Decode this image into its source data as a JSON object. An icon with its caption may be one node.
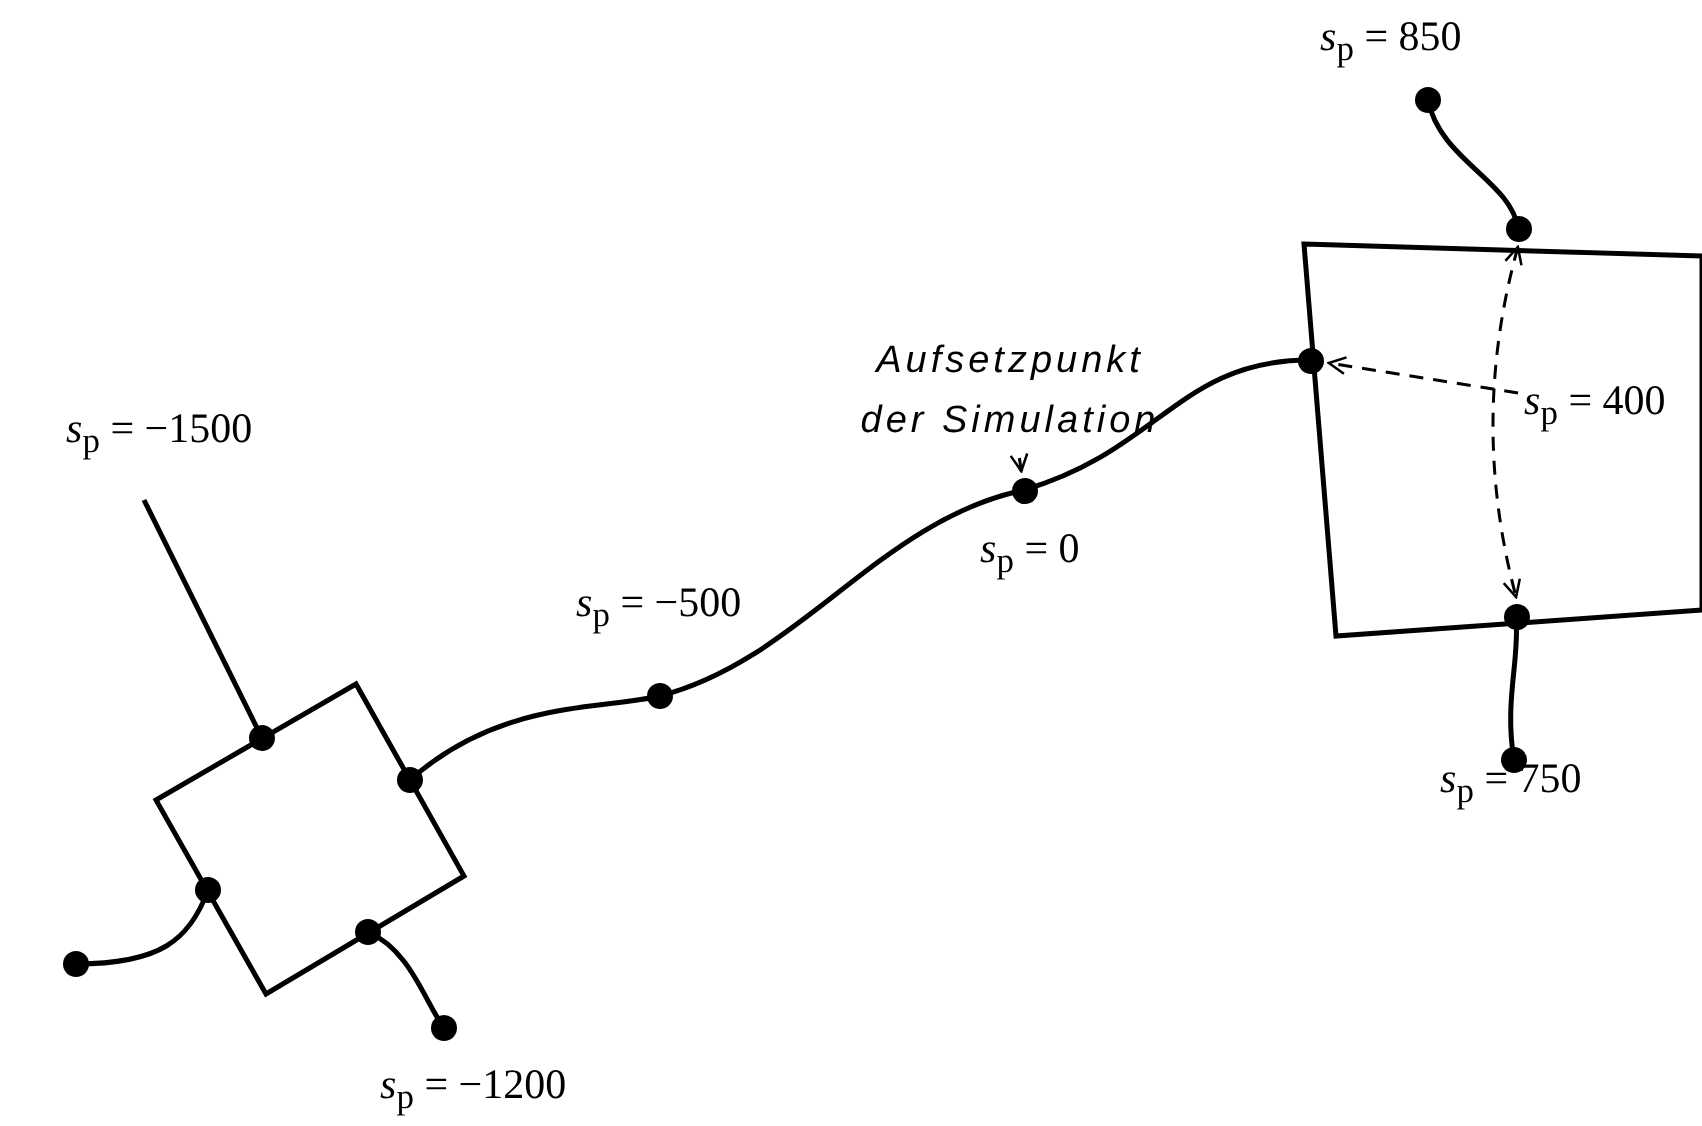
{
  "diagram": {
    "nodes": [
      {
        "text": [
          "Aufsetzpunkt der Simulation"
        ]
      },
      {
        "text": [],
        "shape": "circle",
        "beside": [
          "*s*$_{p}$ = 0"
        ]
      },
      {
        "text": [
          "*s*$_{p}$ = 400"
        ]
      },
      {
        "text": [],
        "shape": "circle"
      },
      {
        "text": [],
        "shape": "circle"
      },
      {
        "text": [],
        "shape": "circle"
      }
    ],
    "edges": [
      {
        "from": 0,
        "to": 1,
        "arrow": "to",
        "style": "dashed"
      },
      {
        "from": 2,
        "to": 3,
        "arrow": "to",
        "style": "dashed"
      },
      {
        "from": 4,
        "to": 5,
        "arrow": "both",
        "style": "dashed"
      }
    ],
    "labels": [
      "*s*$_{p}$ = 850",
      "*s*$_{p}$ = −1500",
      "*s*$_{p}$ = −500",
      "*s*$_{p}$ = 750",
      "*s*$_{p}$ = −1200"
    ]
  }
}
